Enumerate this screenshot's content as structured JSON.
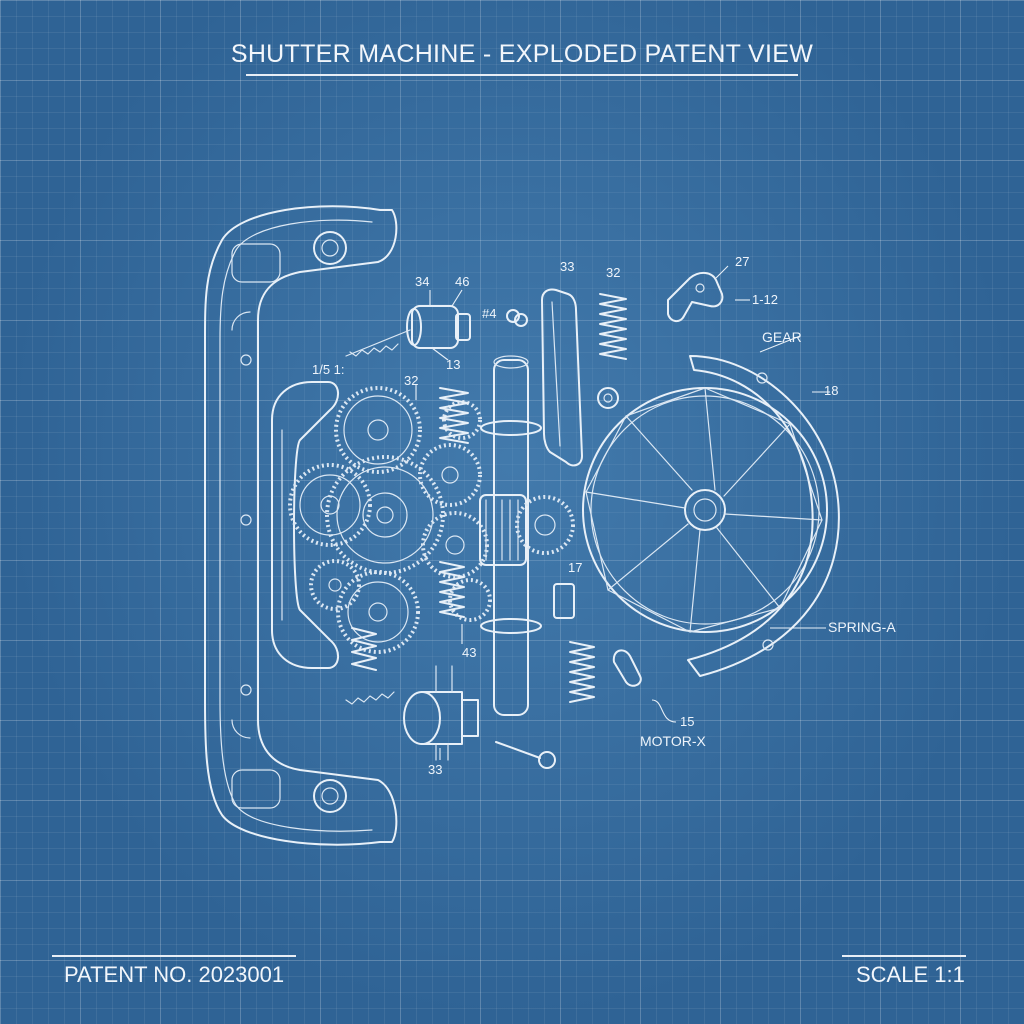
{
  "title": "SHUTTER MACHINE - EXPLODED PATENT VIEW",
  "footer": {
    "patent": "PATENT NO. 2023001",
    "scale": "SCALE 1:1"
  },
  "callouts": {
    "n34": "34",
    "n46": "46",
    "n44": "#4",
    "n13a": "13",
    "n32a": "32",
    "n33a": "33",
    "n32b": "32",
    "n27": "27",
    "n12": "1-12",
    "n18": "18",
    "n17": "17",
    "n43": "43",
    "n33b": "33",
    "n15": "15",
    "nsmall": "1/5 1:"
  },
  "named_parts": {
    "gear": "GEAR",
    "spring": "SPRING-A",
    "motor": "MOTOR-X"
  },
  "colors": {
    "background": "#2f6395",
    "line": "#e8f0f8"
  }
}
